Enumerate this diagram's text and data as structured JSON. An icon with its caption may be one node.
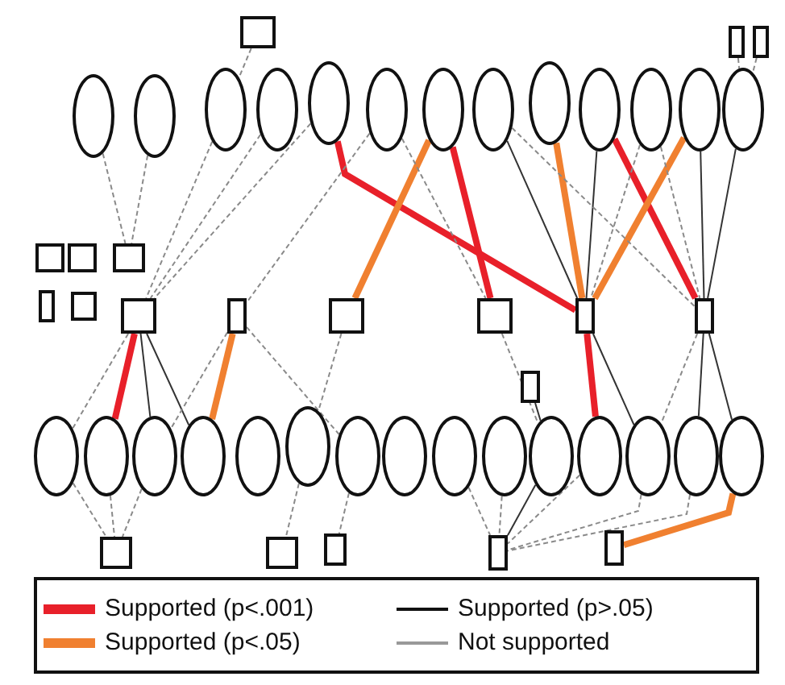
{
  "diagram": {
    "nodes": [
      {
        "text": [],
        "shape": "box"
      },
      {
        "text": [],
        "shape": "box"
      },
      {
        "text": [],
        "shape": "box"
      },
      {
        "text": [],
        "shape": "ellipse"
      },
      {
        "text": [],
        "shape": "ellipse"
      },
      {
        "text": [],
        "shape": "ellipse"
      },
      {
        "text": [],
        "shape": "ellipse"
      },
      {
        "text": [],
        "shape": "ellipse"
      },
      {
        "text": [],
        "shape": "ellipse"
      },
      {
        "text": [],
        "shape": "ellipse"
      },
      {
        "text": [],
        "shape": "ellipse"
      },
      {
        "text": [],
        "shape": "ellipse"
      },
      {
        "text": [],
        "shape": "ellipse"
      },
      {
        "text": [],
        "shape": "ellipse"
      },
      {
        "text": [],
        "shape": "ellipse"
      },
      {
        "text": [],
        "shape": "ellipse"
      },
      {
        "text": [],
        "shape": "box"
      },
      {
        "text": [],
        "shape": "box"
      },
      {
        "text": [],
        "shape": "box"
      },
      {
        "text": [],
        "shape": "box"
      },
      {
        "text": [],
        "shape": "box"
      },
      {
        "text": [],
        "shape": "box"
      },
      {
        "text": [],
        "shape": "box"
      },
      {
        "text": [],
        "shape": "box"
      },
      {
        "text": [],
        "shape": "box"
      },
      {
        "text": [],
        "shape": "box"
      },
      {
        "text": [],
        "shape": "box"
      },
      {
        "text": [],
        "shape": "box"
      },
      {
        "text": [],
        "shape": "ellipse"
      },
      {
        "text": [],
        "shape": "ellipse"
      },
      {
        "text": [],
        "shape": "ellipse"
      },
      {
        "text": [],
        "shape": "ellipse"
      },
      {
        "text": [],
        "shape": "ellipse"
      },
      {
        "text": [],
        "shape": "ellipse"
      },
      {
        "text": [],
        "shape": "ellipse"
      },
      {
        "text": [],
        "shape": "ellipse"
      },
      {
        "text": [],
        "shape": "ellipse"
      },
      {
        "text": [],
        "shape": "ellipse"
      },
      {
        "text": [],
        "shape": "ellipse"
      },
      {
        "text": [],
        "shape": "ellipse"
      },
      {
        "text": [],
        "shape": "ellipse"
      },
      {
        "text": [],
        "shape": "ellipse"
      },
      {
        "text": [],
        "shape": "ellipse"
      },
      {
        "text": [],
        "shape": "box"
      },
      {
        "text": [],
        "shape": "box"
      },
      {
        "text": [],
        "shape": "box"
      },
      {
        "text": [],
        "shape": "box"
      },
      {
        "text": [],
        "shape": "box"
      }
    ],
    "edges": [
      {
        "from": 7,
        "to": 25,
        "arrow": "none",
        "style": "thick",
        "color": "#e8202a"
      },
      {
        "from": 9,
        "to": 24,
        "arrow": "none",
        "style": "thick",
        "color": "#e8202a"
      },
      {
        "from": 12,
        "to": 26,
        "arrow": "none",
        "style": "thick",
        "color": "#e8202a"
      },
      {
        "from": 21,
        "to": 29,
        "arrow": "none",
        "style": "thick",
        "color": "#e8202a"
      },
      {
        "from": 25,
        "to": 39,
        "arrow": "none",
        "style": "thick",
        "color": "#e8202a"
      },
      {
        "from": 9,
        "to": 23,
        "arrow": "none",
        "style": "thick",
        "color": "#f08030"
      },
      {
        "from": 11,
        "to": 25,
        "arrow": "none",
        "style": "thick",
        "color": "#f08030"
      },
      {
        "from": 14,
        "to": 25,
        "arrow": "none",
        "style": "thick",
        "color": "#f08030"
      },
      {
        "from": 22,
        "to": 31,
        "arrow": "none",
        "style": "thick",
        "color": "#f08030"
      },
      {
        "from": 42,
        "to": 47,
        "arrow": "none",
        "style": "thick",
        "color": "#f08030"
      },
      {
        "from": 3,
        "to": 18,
        "arrow": "none",
        "style": "dashed"
      },
      {
        "from": 4,
        "to": 18,
        "arrow": "none",
        "style": "dashed"
      },
      {
        "from": 0,
        "to": 5,
        "arrow": "none",
        "style": "dashed"
      },
      {
        "from": 1,
        "to": 15,
        "arrow": "none",
        "style": "dashed"
      },
      {
        "from": 2,
        "to": 15,
        "arrow": "none",
        "style": "dashed"
      },
      {
        "from": 5,
        "to": 21,
        "arrow": "none",
        "style": "dashed"
      },
      {
        "from": 6,
        "to": 21,
        "arrow": "none",
        "style": "dashed"
      },
      {
        "from": 7,
        "to": 21,
        "arrow": "none",
        "style": "dashed"
      },
      {
        "from": 8,
        "to": 22,
        "arrow": "none",
        "style": "dashed"
      },
      {
        "from": 10,
        "to": 25,
        "arrow": "none"
      },
      {
        "from": 12,
        "to": 25,
        "arrow": "none"
      },
      {
        "from": 13,
        "to": 25,
        "arrow": "none",
        "style": "dashed"
      },
      {
        "from": 15,
        "to": 26,
        "arrow": "none"
      },
      {
        "from": 13,
        "to": 26,
        "arrow": "none",
        "style": "dashed"
      },
      {
        "from": 14,
        "to": 26,
        "arrow": "none"
      },
      {
        "from": 10,
        "to": 26,
        "arrow": "none",
        "style": "dashed"
      },
      {
        "from": 8,
        "to": 24,
        "arrow": "none",
        "style": "dashed"
      },
      {
        "from": 21,
        "to": 28,
        "arrow": "none",
        "style": "dashed"
      },
      {
        "from": 21,
        "to": 30,
        "arrow": "none"
      },
      {
        "from": 21,
        "to": 31,
        "arrow": "none"
      },
      {
        "from": 22,
        "to": 30,
        "arrow": "none",
        "style": "dashed"
      },
      {
        "from": 22,
        "to": 34,
        "arrow": "none",
        "style": "dashed"
      },
      {
        "from": 23,
        "to": 33,
        "arrow": "none",
        "style": "dashed"
      },
      {
        "from": 24,
        "to": 38,
        "arrow": "none",
        "style": "dashed"
      },
      {
        "from": 25,
        "to": 40,
        "arrow": "none"
      },
      {
        "from": 26,
        "to": 41,
        "arrow": "none"
      },
      {
        "from": 26,
        "to": 42,
        "arrow": "none"
      },
      {
        "from": 26,
        "to": 40,
        "arrow": "none",
        "style": "dashed"
      },
      {
        "from": 27,
        "to": 38,
        "arrow": "none"
      },
      {
        "from": 28,
        "to": 43,
        "arrow": "none",
        "style": "dashed"
      },
      {
        "from": 29,
        "to": 43,
        "arrow": "none",
        "style": "dashed"
      },
      {
        "from": 30,
        "to": 43,
        "arrow": "none",
        "style": "dashed"
      },
      {
        "from": 33,
        "to": 44,
        "arrow": "none",
        "style": "dashed"
      },
      {
        "from": 34,
        "to": 45,
        "arrow": "none",
        "style": "dashed"
      },
      {
        "from": 36,
        "to": 46,
        "arrow": "none",
        "style": "dashed"
      },
      {
        "from": 37,
        "to": 46,
        "arrow": "none",
        "style": "dashed"
      },
      {
        "from": 38,
        "to": 46,
        "arrow": "none"
      },
      {
        "from": 39,
        "to": 46,
        "arrow": "none",
        "style": "dashed"
      },
      {
        "from": 40,
        "to": 46,
        "arrow": "none",
        "style": "dashed"
      },
      {
        "from": 41,
        "to": 46,
        "arrow": "none",
        "style": "dashed"
      }
    ],
    "legend": [
      {
        "text": "Supported (p<.001)",
        "color": "#e8202a"
      },
      {
        "text": "Supported (p>.05)",
        "color": "#111111"
      },
      {
        "text": "Supported (p<.05)",
        "color": "#f08030"
      },
      {
        "text": "Not supported",
        "color": "#999999"
      }
    ]
  }
}
